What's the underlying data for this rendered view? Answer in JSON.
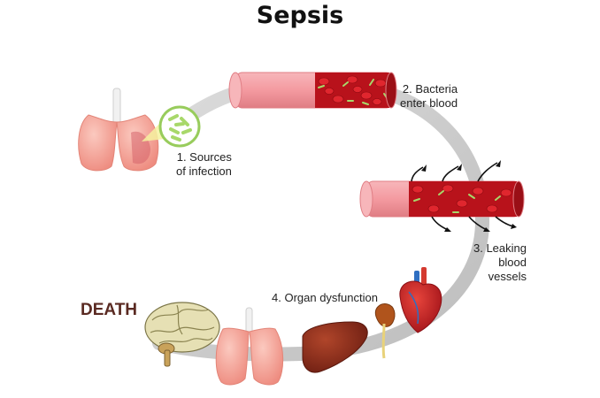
{
  "title": "Sepsis",
  "steps": [
    {
      "lines": [
        "1. Sources",
        "of infection"
      ]
    },
    {
      "lines": [
        "2. Bacteria",
        "enter blood"
      ]
    },
    {
      "lines": [
        "3. Leaking",
        "blood",
        "vessels"
      ]
    },
    {
      "lines": [
        "4. Organ dysfunction"
      ]
    }
  ],
  "outcome": "DEATH",
  "colors": {
    "track": "#cfcfcf",
    "vessel_wall": "#f39aa0",
    "blood": "#b8121b",
    "blood_cell": "#e0262e",
    "bacteria": "#a8d86a",
    "lung": "#f6a79b",
    "heart": "#c81e24",
    "liver": "#8b2a1a",
    "kidney": "#b0541c",
    "brain": "#e6e0b4",
    "death_text": "#5a2a22"
  }
}
